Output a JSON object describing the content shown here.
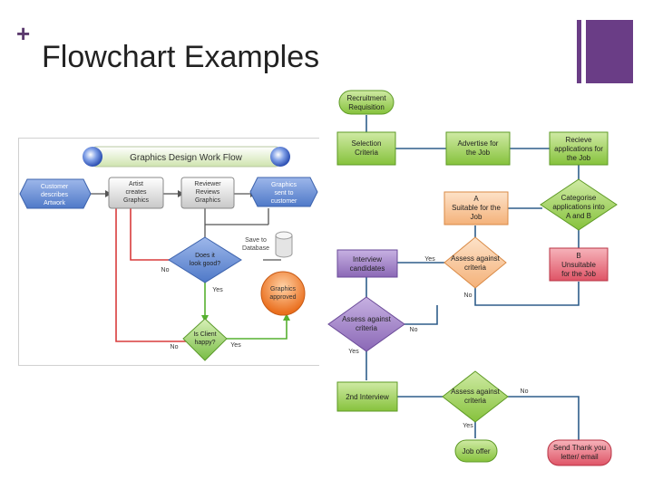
{
  "slide": {
    "plus": "+",
    "title": "Flowchart Examples"
  },
  "left_chart": {
    "header": "Graphics Design Work Flow",
    "nodes": {
      "customer": [
        "Customer",
        "describes",
        "Artwork"
      ],
      "artist": [
        "Artist",
        "creates",
        "Graphics"
      ],
      "reviewer": [
        "Reviewer",
        "Reviews",
        "Graphics"
      ],
      "sent": [
        "Graphics",
        "sent to",
        "customer"
      ],
      "save": [
        "Save to",
        "Database"
      ],
      "looks_good": [
        "Does it",
        "look good?"
      ],
      "approved": [
        "Graphics",
        "approved"
      ],
      "client_happy": [
        "Is Client",
        "happy?"
      ]
    },
    "labels": {
      "no1": "No",
      "yes1": "Yes",
      "no2": "No",
      "yes2": "Yes"
    },
    "colors": {
      "blue_box": "#6b8fd6",
      "gray_box": "#dcdcdc",
      "diamond_blue": "#5d86d0",
      "green": "#7dc24b",
      "orange": "#f0883a",
      "red_line": "#d93c3c",
      "green_line": "#56b030"
    }
  },
  "right_chart": {
    "nodes": {
      "recruitment": [
        "Recruitment",
        "Requisition"
      ],
      "selection": [
        "Selection",
        "Criteria"
      ],
      "advertise": [
        "Advertise for",
        "the Job"
      ],
      "recieve": [
        "Recieve",
        "applications for",
        "the Job"
      ],
      "suitable": [
        "A",
        "Suitable for the",
        "Job"
      ],
      "categorise": [
        "Categorise",
        "applications into",
        "A and B"
      ],
      "interview": [
        "Interview",
        "candidates"
      ],
      "assess1": [
        "Assess against",
        "criteria"
      ],
      "unsuitable": [
        "B",
        "Unsuitable",
        "for the Job"
      ],
      "assess2": [
        "Assess against",
        "criteria"
      ],
      "second": [
        "2nd Interview"
      ],
      "assess3": [
        "Assess against",
        "criteria"
      ],
      "offer": [
        "Job offer"
      ],
      "thank": [
        "Send Thank you",
        "letter/ email"
      ]
    },
    "labels": {
      "yes_a": "Yes",
      "no_a": "No",
      "no_b": "No",
      "yes_b": "Yes",
      "no_c": "No",
      "yes_c": "Yes"
    },
    "colors": {
      "green": "#8cc63f",
      "orange": "#f7c9a0",
      "purple": "#9b7cc2",
      "red": "#e05a6a",
      "line": "#2e5d8a"
    }
  }
}
